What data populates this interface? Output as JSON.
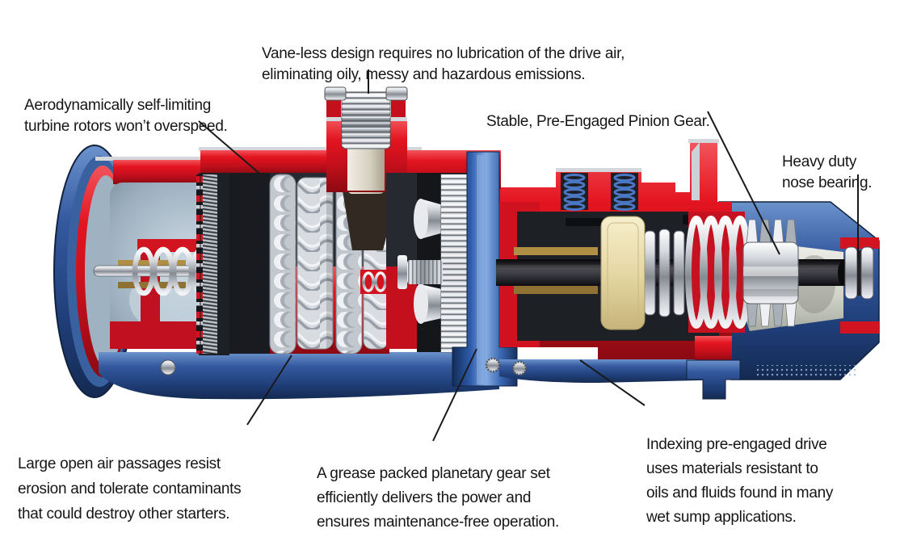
{
  "figure": {
    "type": "cutaway-annotated-diagram",
    "subject": "pneumatic turbine air starter, cross-section",
    "background_color": "#ffffff",
    "text_color": "#161616",
    "colors": {
      "housing_blue": "#2c54a0",
      "cut_surface_red": "#d81420",
      "interior_grey": "#a9bac8",
      "chrome_silver": "#d9dadd",
      "nylon_cream": "#eadfb2",
      "brass": "#b08f45",
      "shaft_black": "#111114"
    },
    "callouts": {
      "vaneless": "Vane-less design requires no lubrication of the drive air,\neliminating oily, messy and hazardous emissions.",
      "turbine": "Aerodynamically self-limiting\nturbine rotors won’t overspeed.",
      "pinion": "Stable, Pre-Engaged Pinion Gear.",
      "nose_bearing": "Heavy duty\nnose bearing.",
      "air_passages": "Large open air passages resist\nerosion and tolerate contaminants\nthat could destroy other starters.",
      "planetary": "A grease packed planetary gear set\nefficiently delivers the power and\nensures maintenance-free operation.",
      "indexing": "Indexing pre-engaged drive\nuses materials resistant to\noils and fluids found in many\nwet sump applications."
    }
  }
}
